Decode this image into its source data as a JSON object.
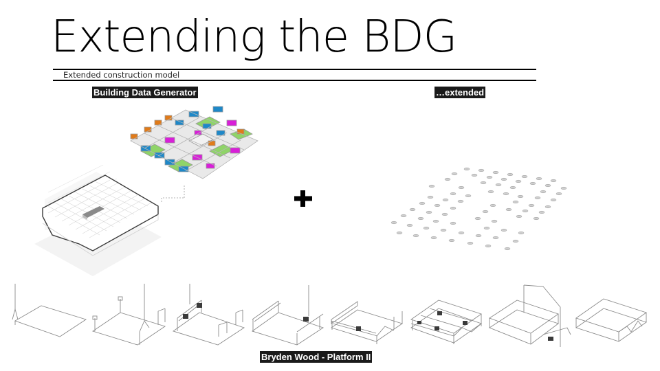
{
  "slide": {
    "title": "Extending the BDG",
    "subtitle": "Extended construction model",
    "labels": {
      "left": "Building Data Generator",
      "right": "…extended",
      "bottom": "Bryden Wood - Platform II"
    },
    "operator_symbol": "+",
    "figures": {
      "bdg_modules": {
        "description": "isometric modular room layout",
        "module_colors": [
          "#1e88c8",
          "#e07b1a",
          "#d81fd8",
          "#7ed957",
          "#cfcfcf"
        ]
      },
      "bdg_massing": {
        "description": "isometric voxel floor massing with courtyard void"
      },
      "extended_grid": {
        "description": "isometric grid of column base points"
      },
      "assembly_sequence": {
        "steps": 8,
        "description": "platform assembly sequence with crane and robots"
      }
    }
  }
}
